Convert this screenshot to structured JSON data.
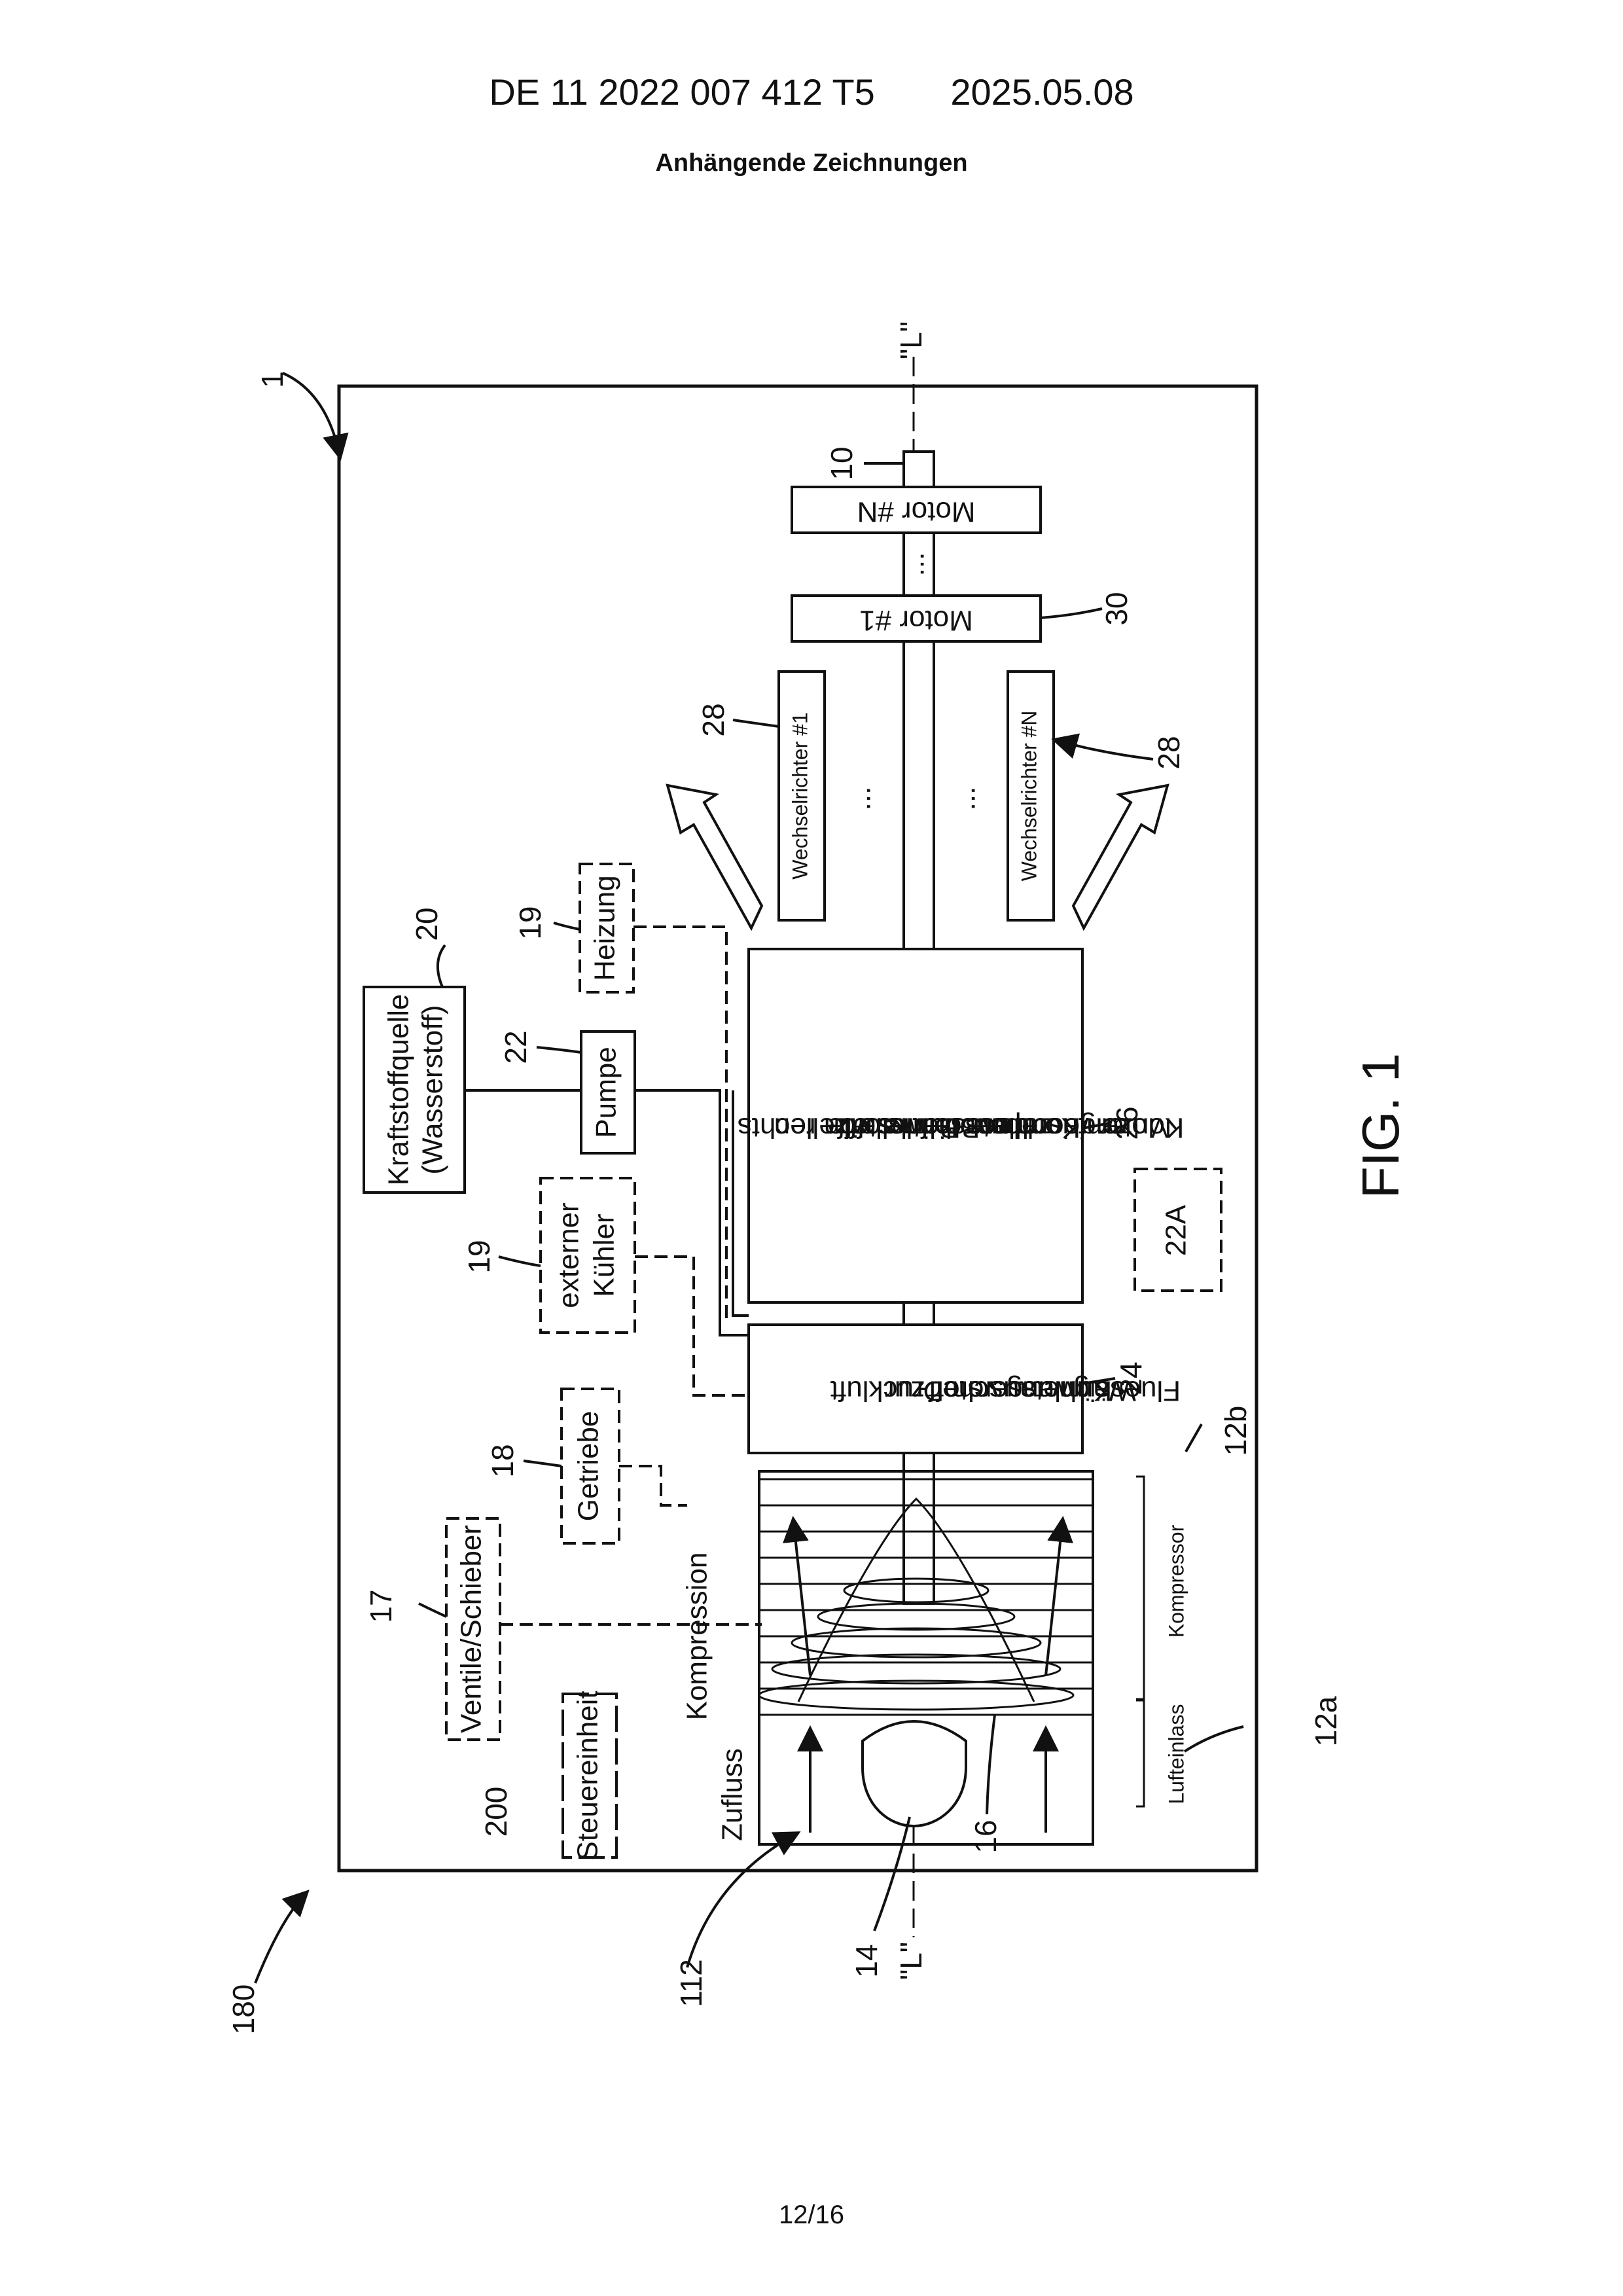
{
  "header": {
    "doc_number": "DE 11 2022 007 412 T5",
    "date": "2025.05.08"
  },
  "section_title": "Anhängende Zeichnungen",
  "page_number": "12/16",
  "figure": {
    "caption": "FIG. 1",
    "axis_label": "\"L\"",
    "components": {
      "motor_n": "Motor #N",
      "motor_1": "Motor #1",
      "wr_1": "Wechselrichter #1",
      "wr_n": "Wechselrichter #N",
      "dots": "...",
      "fuel_source": [
        "Kraftstoffquelle",
        "(Wasserstoff)"
      ],
      "pump": "Pumpe",
      "heater": "Heizung",
      "ext_cooler": [
        "externer",
        "Kühler"
      ],
      "gearbox": "Getriebe",
      "valves": "Ventile/Schieber",
      "control": "Steuereinheit",
      "fuelcell": [
        "Konzentrisch um die",
        "Motor-/Kompressorwelle",
        "angeordnete Bennstoff-",
        "zellen. Luftkanäle",
        "der Brennstoffzellen",
        "von links von rechts"
      ],
      "heat_exchanger": [
        "Fluessigwasserstoff-",
        "Wärmetauscher zur",
        "Kühlung von Druckluft"
      ],
      "box_22a": "22A",
      "kompression": "Kompression",
      "zufluss": "Zufluss",
      "lufteinlass": "Lufteinlass",
      "kompressor": "Kompressor"
    },
    "reference_numerals": {
      "n1": "1",
      "n10": "10",
      "n30": "30",
      "n28a": "28",
      "n28b": "28",
      "n20": "20",
      "n22": "22",
      "n19a": "19",
      "n19b": "19",
      "n26": "26",
      "n24": "24",
      "n18": "18",
      "n17": "17",
      "n200": "200",
      "n12b": "12b",
      "n12a": "12a",
      "n16": "16",
      "n14": "14",
      "n112": "112",
      "n180": "180"
    }
  }
}
